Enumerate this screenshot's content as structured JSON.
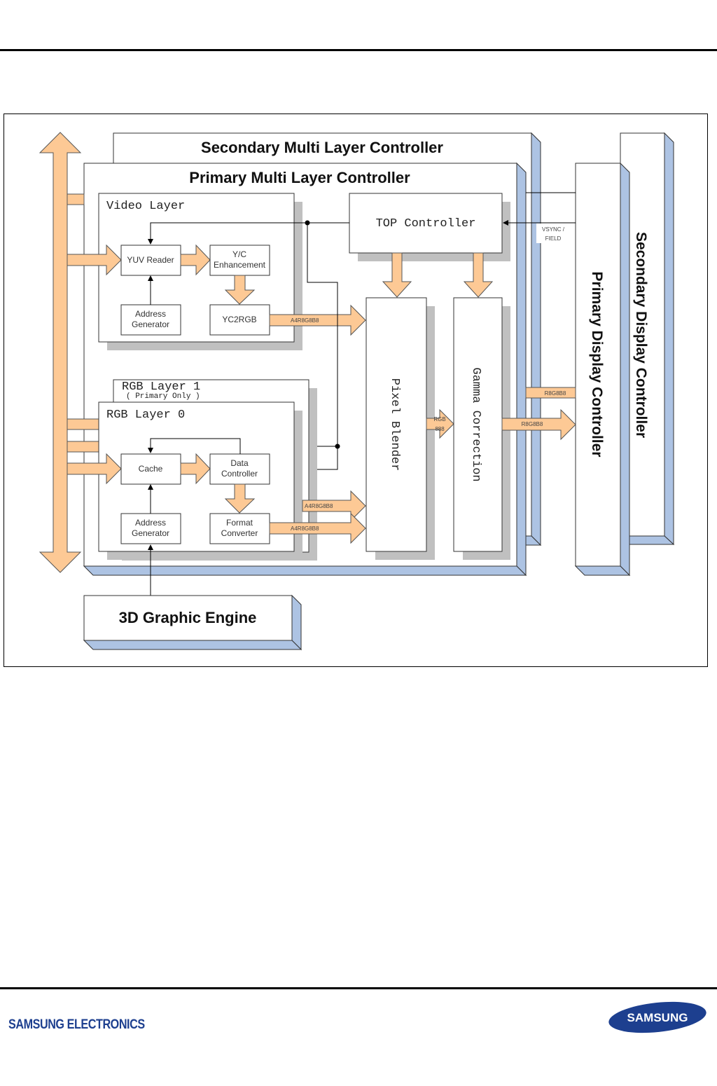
{
  "document": {
    "footer_company": "SAMSUNG ELECTRONICS",
    "logo_text": "SAMSUNG"
  },
  "colors": {
    "arrow_fill": "#fdc995",
    "bevel_fill": "#adc3e3",
    "shadow_fill": "#c0c0c0",
    "logo_blue": "#1d3f8f"
  },
  "diagram": {
    "secondary_mlc": "Secondary Multi Layer Controller",
    "primary_mlc": "Primary Multi Layer Controller",
    "video_layer": {
      "title": "Video Layer",
      "yuv_reader": "YUV Reader",
      "yc_enh_line1": "Y/C",
      "yc_enh_line2": "Enhancement",
      "addr_gen_line1": "Address",
      "addr_gen_line2": "Generator",
      "yc2rgb": "YC2RGB"
    },
    "rgb_layer1": {
      "title": "RGB Layer 1",
      "subtitle": "( Primary Only )"
    },
    "rgb_layer0": {
      "title": "RGB Layer 0",
      "cache": "Cache",
      "data_ctrl_line1": "Data",
      "data_ctrl_line2": "Controller",
      "addr_gen_line1": "Address",
      "addr_gen_line2": "Generator",
      "fmt_conv_line1": "Format",
      "fmt_conv_line2": "Converter"
    },
    "top_controller": "TOP Controller",
    "vsync_line1": "VSYNC /",
    "vsync_line2": "FIELD",
    "pixel_blender": "Pixel Blender",
    "gamma_correction": "Gamma Correction",
    "rgb888_line1": "RGB",
    "rgb888_line2": "888",
    "bus_labels": {
      "video_out": "A4R8G8B8",
      "rgb1_out": "A4R8G8B8",
      "rgb0_out": "A4R8G8B8",
      "secondary_out": "R8G8B8",
      "primary_out": "R8G8B8"
    },
    "primary_display": "Primary Display Controller",
    "secondary_display": "Secondary Display Controller",
    "graphic_engine": "3D Graphic Engine"
  }
}
